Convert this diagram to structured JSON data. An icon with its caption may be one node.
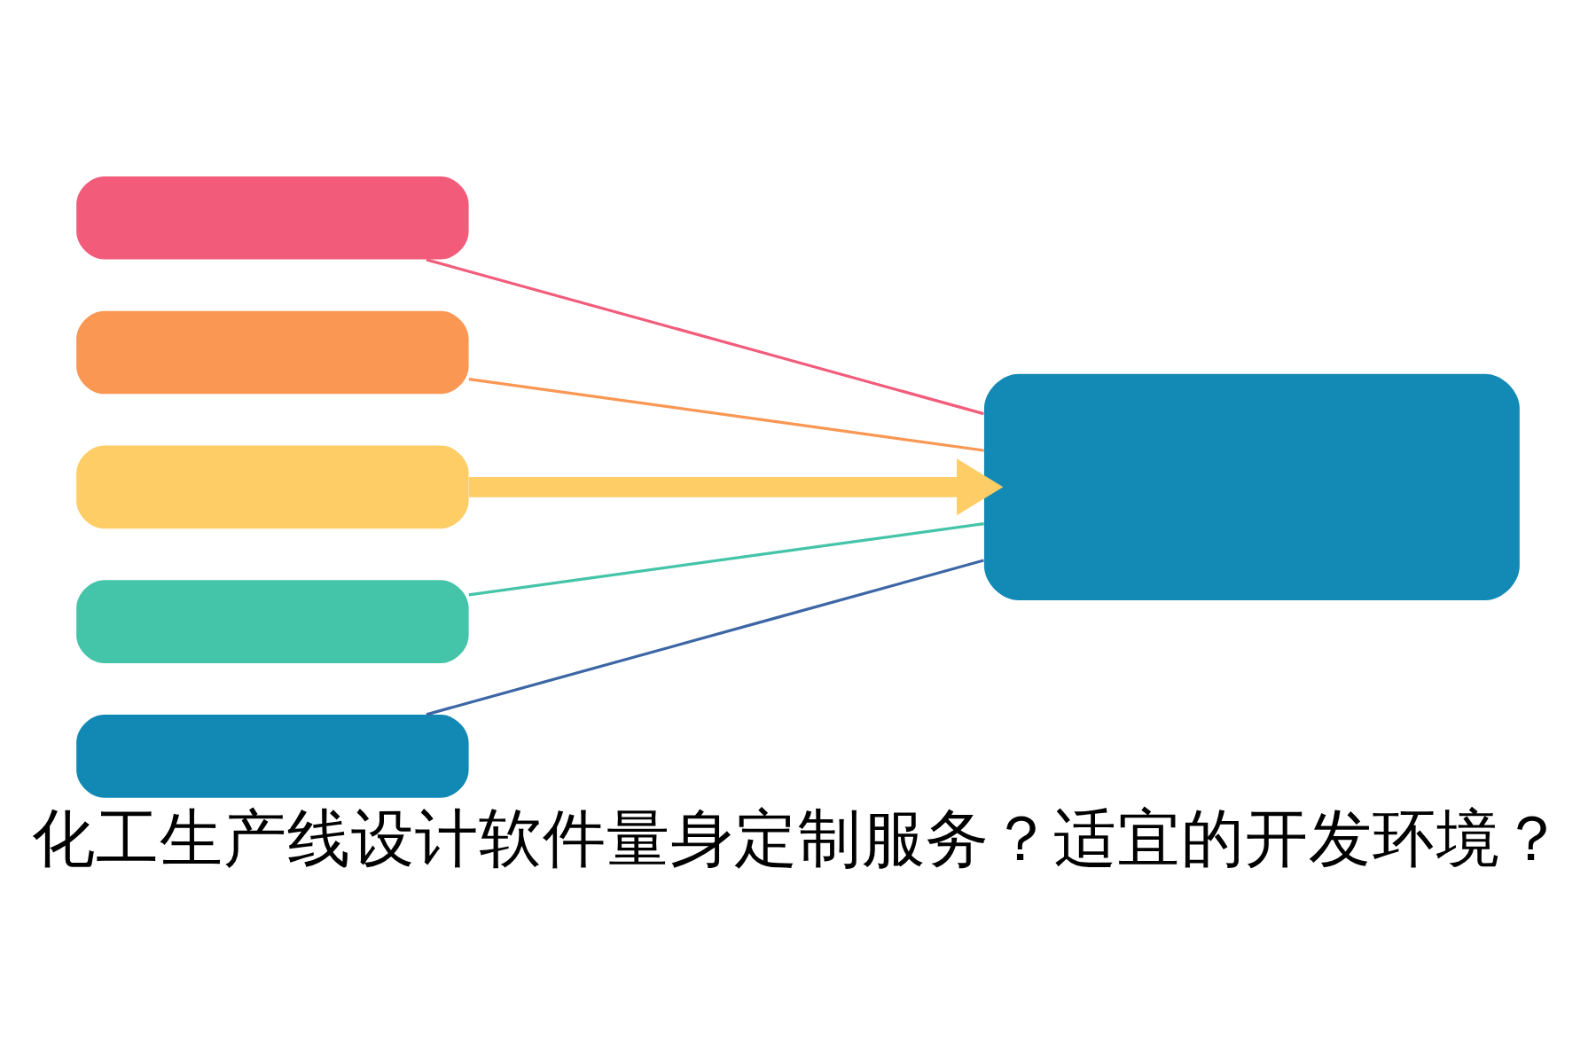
{
  "diagram": {
    "caption": "化工生产线设计软件量身定制服务？适宜的开发环境？",
    "nodes": [
      {
        "text": [],
        "shape": "bar"
      },
      {
        "text": [],
        "shape": "bar"
      },
      {
        "text": [],
        "shape": "bar"
      },
      {
        "text": [],
        "shape": "bar"
      },
      {
        "text": [],
        "shape": "bar"
      },
      {
        "text": [],
        "shape": "box"
      }
    ],
    "edges": [
      {
        "from": 0,
        "to": 5,
        "arrow": "none",
        "color": "#f25c7a"
      },
      {
        "from": 1,
        "to": 5,
        "arrow": "none",
        "color": "#f99753"
      },
      {
        "from": 2,
        "to": 5,
        "arrow": "to",
        "style": "thick",
        "color": "#fecd65"
      },
      {
        "from": 3,
        "to": 5,
        "arrow": "none",
        "color": "#44c4a8"
      },
      {
        "from": 4,
        "to": 5,
        "arrow": "none",
        "color": "#3c66a5"
      }
    ]
  }
}
